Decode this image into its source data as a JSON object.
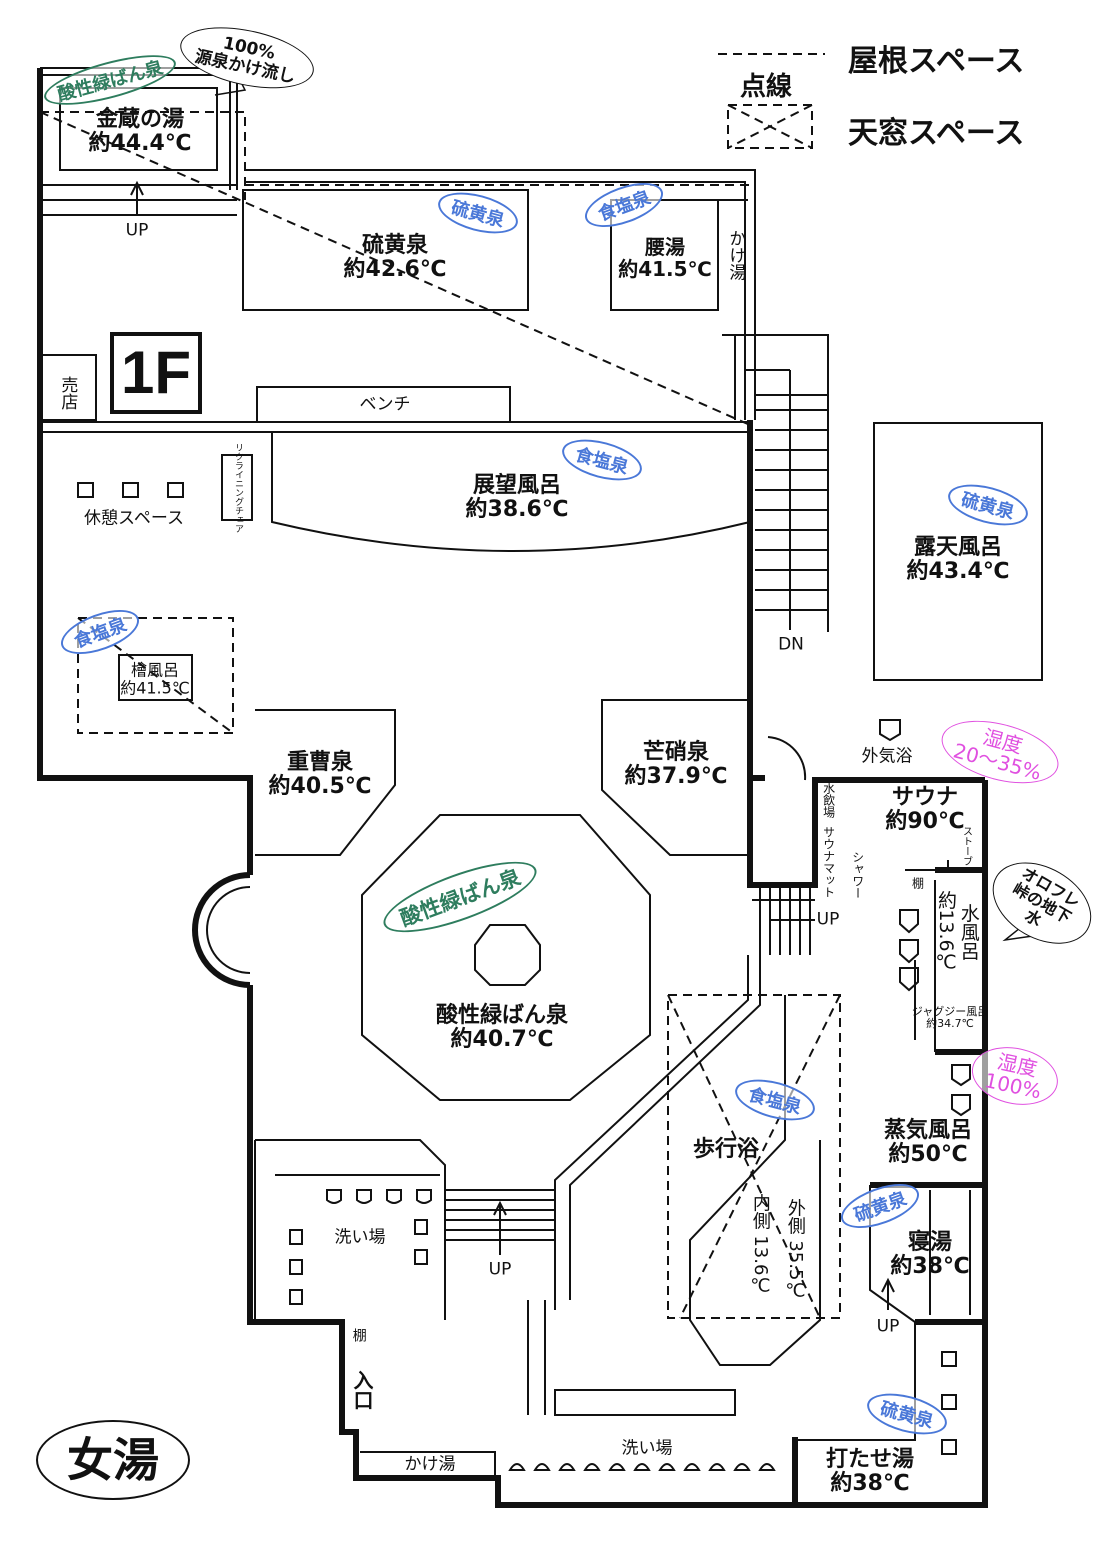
{
  "legend": {
    "title": "点線",
    "roof": "屋根スペース",
    "skylight": "天窓スペース"
  },
  "floor": "1F",
  "section": "女湯",
  "rooms": {
    "kanakura": {
      "name": "金蔵の湯",
      "temp": "約44.4℃"
    },
    "iou": {
      "name": "硫黄泉",
      "temp": "約42.6℃"
    },
    "koshiyu": {
      "name": "腰湯",
      "temp": "約41.5℃"
    },
    "kakeyu_top": {
      "name": "かけ湯"
    },
    "baiten": {
      "name": "売店"
    },
    "bench": {
      "name": "ベンチ"
    },
    "tenbou": {
      "name": "展望風呂",
      "temp": "約38.6℃"
    },
    "kyukei": {
      "name": "休憩スペース"
    },
    "recliner": {
      "name": "リクライニングチェア"
    },
    "hinoki": {
      "name": "檜風呂",
      "temp": "約41.5℃"
    },
    "rotenburo": {
      "name": "露天風呂",
      "temp": "約43.4℃"
    },
    "jusou": {
      "name": "重曹泉",
      "temp": "約40.5℃"
    },
    "boushou": {
      "name": "芒硝泉",
      "temp": "約37.9℃"
    },
    "gaikiyoku": {
      "name": "外気浴"
    },
    "sauna": {
      "name": "サウナ",
      "temp": "約90℃"
    },
    "mizunomiba": {
      "name": "水飲場"
    },
    "saunamat": {
      "name": "サウナマット"
    },
    "shower": {
      "name": "シャワー"
    },
    "stove": {
      "name": "ストーブ"
    },
    "tana1": {
      "name": "棚"
    },
    "mizuburo": {
      "name": "水風呂",
      "temp": "約13.6℃"
    },
    "jacuzzi": {
      "name": "ジャグジー風呂",
      "temp": "約34.7℃"
    },
    "sansei": {
      "name": "酸性緑ばん泉",
      "temp": "約40.7℃"
    },
    "hokou": {
      "name": "歩行浴"
    },
    "uchigawa": {
      "name": "内側",
      "temp": "13.6℃"
    },
    "sotogawa": {
      "name": "外側",
      "temp": "35.5℃"
    },
    "jouki": {
      "name": "蒸気風呂",
      "temp": "約50℃"
    },
    "neyu": {
      "name": "寝湯",
      "temp": "約38℃"
    },
    "utase": {
      "name": "打たせ湯",
      "temp": "約38℃"
    },
    "araiba1": {
      "name": "洗い場"
    },
    "araiba2": {
      "name": "洗い場"
    },
    "kakeyu_bottom": {
      "name": "かけ湯"
    },
    "iriguchi": {
      "name": "入口"
    },
    "tana2": {
      "name": "棚"
    }
  },
  "stairs": {
    "up": "UP",
    "dn": "DN"
  },
  "callouts": {
    "gensen": {
      "line1": "100%",
      "line2": "源泉かけ流し"
    },
    "orofure": {
      "text": "オロフレ峠の地下水"
    },
    "humidity_sauna": {
      "label": "湿度",
      "value": "20～35%"
    },
    "humidity_steam": {
      "label": "湿度",
      "value": "100%"
    }
  },
  "stamps": {
    "sansei": "酸性緑ばん泉",
    "iou": "硫黄泉",
    "shokuen": "食塩泉"
  },
  "colors": {
    "blue": "#4a78d8",
    "green": "#2e7d5e",
    "pink": "#e050e0"
  }
}
